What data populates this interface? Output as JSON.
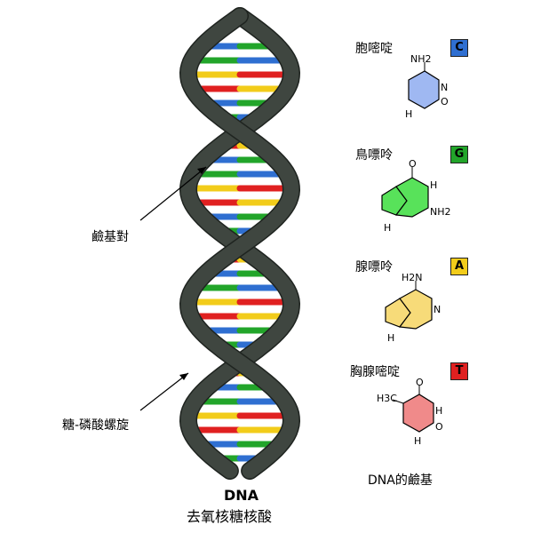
{
  "labels": {
    "base_pair": "鹼基對",
    "backbone": "糖-磷酸螺旋",
    "title_bold": "DNA",
    "title_sub": "去氧核糖核酸",
    "legend_caption": "DNA的鹼基"
  },
  "bases": [
    {
      "name": "胞嘧啶",
      "letter": "C",
      "color": "#2f6fd1",
      "mol_fill": "#9fb8f2",
      "sub_label": "NH2"
    },
    {
      "name": "鳥嘌呤",
      "letter": "G",
      "color": "#22a52a",
      "mol_fill": "#58e25a",
      "sub_label": "NH2"
    },
    {
      "name": "腺嘌呤",
      "letter": "A",
      "color": "#f2cc1a",
      "mol_fill": "#f7db79",
      "sub_label": "H2N"
    },
    {
      "name": "胸腺嘧啶",
      "letter": "T",
      "color": "#e02020",
      "mol_fill": "#f08a8a",
      "sub_label": "H3C"
    }
  ],
  "colors": {
    "backbone": "#3f4640",
    "backbone_edge": "#1f2420"
  }
}
